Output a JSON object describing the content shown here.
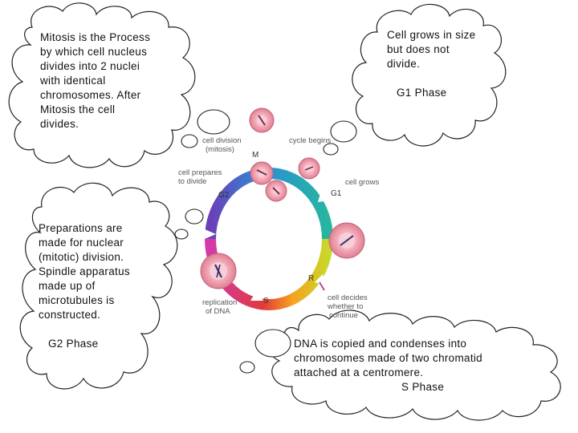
{
  "clouds": {
    "mitosis": {
      "text": "Mitosis is the Process by which cell nucleus divides into 2 nuclei with identical chromosomes. After Mitosis the cell divides."
    },
    "g1": {
      "text": "Cell grows in size but does not divide.",
      "phase": "G1 Phase"
    },
    "g2": {
      "text": "Preparations are made for nuclear (mitotic) division. Spindle apparatus made up of microtubules is constructed.",
      "phase": "G2 Phase"
    },
    "s": {
      "text": "DNA is copied and condenses into chromosomes made of two chromatid attached at a centromere.",
      "phase": "S Phase"
    }
  },
  "cycle": {
    "cell_division": "cell division",
    "mitosis_paren": "(mitosis)",
    "cycle_begins": "cycle begins",
    "cell_prepares_1": "cell prepares",
    "cell_prepares_2": "to divide",
    "cell_grows": "cell grows",
    "replication_1": "replication",
    "replication_2": "of DNA",
    "cell_decides_1": "cell decides",
    "cell_decides_2": "whether to",
    "cell_decides_3": "continue",
    "phase_m": "M",
    "phase_g1": "G1",
    "phase_g2": "G2",
    "phase_s": "S",
    "phase_r": "R"
  },
  "colors": {
    "cloud_stroke": "#222222",
    "cell_pink": "#f2a6b4",
    "nucleus": "#f6cfd8"
  }
}
